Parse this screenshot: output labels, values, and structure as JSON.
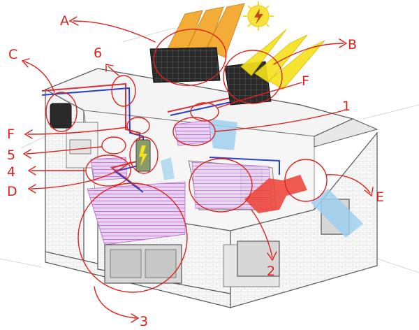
{
  "labels": {
    "A": "A",
    "B": "B",
    "C": "C",
    "D": "D",
    "E": "E",
    "F_right": "F",
    "F_left": "F",
    "n1": "1",
    "n2": "2",
    "n3": "3",
    "n4": "4",
    "n5": "5",
    "n6": "6"
  },
  "colors": {
    "annotation": "#e0201c",
    "solar_thermal_panel": "#f2a524",
    "photovoltaic_panel": "#f6e21a",
    "sun": "#f9e23a",
    "floor_heating": "#c06fd4",
    "pipe_red": "#d8303a",
    "pipe_blue": "#2a44c8",
    "window_glass": "#a8d4ee",
    "heat_flow": "#ee4438",
    "cold_flow": "#9fd0ee",
    "wall_line": "#555555"
  }
}
